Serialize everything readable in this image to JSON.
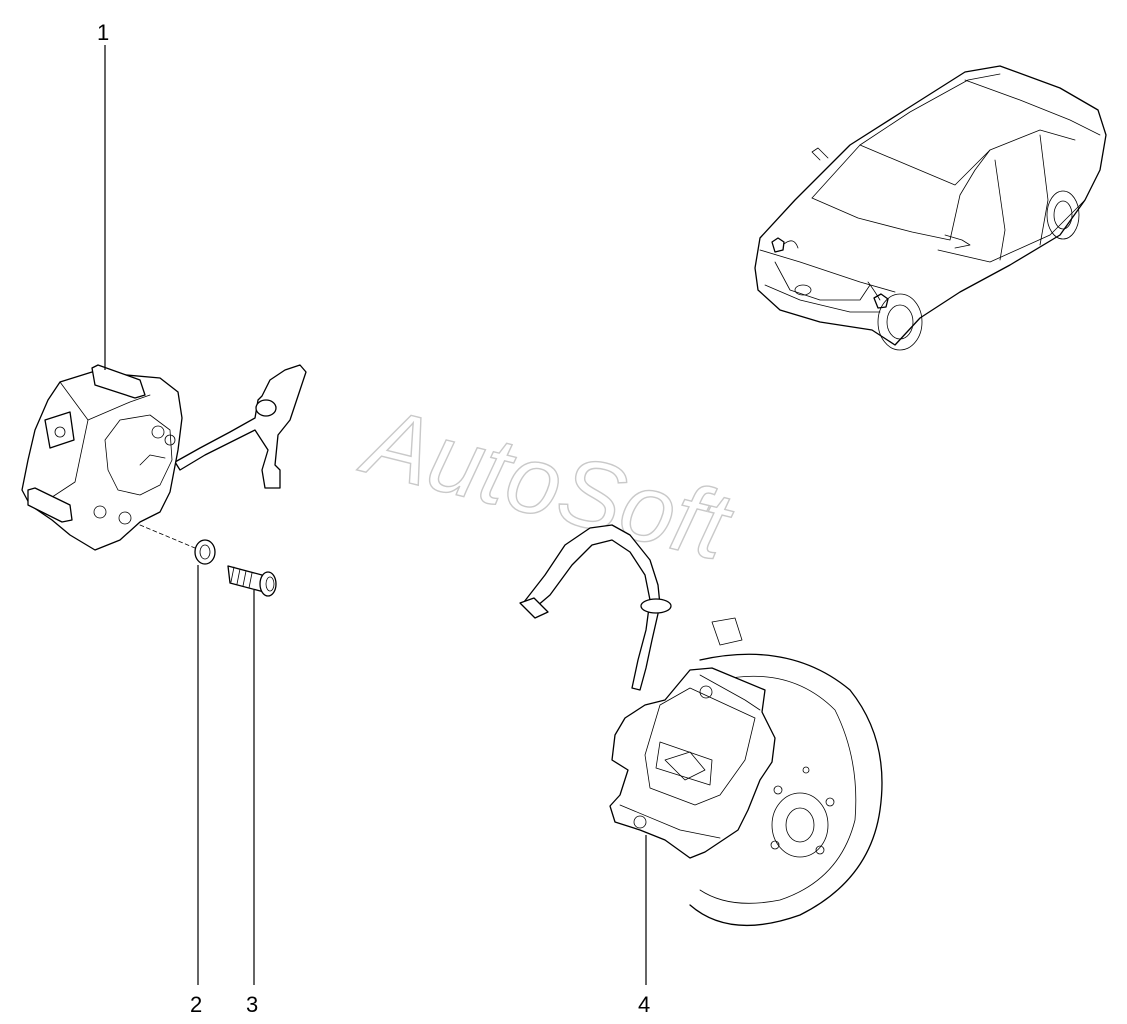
{
  "watermark": "AutoSoft",
  "callouts": [
    {
      "label": "1",
      "part": "brake-caliper-left"
    },
    {
      "label": "2",
      "part": "washer"
    },
    {
      "label": "3",
      "part": "bolt"
    },
    {
      "label": "4",
      "part": "brake-caliper-assembly"
    }
  ],
  "colors": {
    "line": "#000000",
    "background": "#ffffff",
    "watermark_outline": "#c9c9c9"
  }
}
